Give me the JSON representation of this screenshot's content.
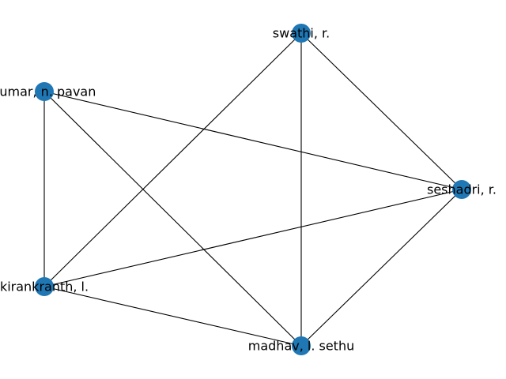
{
  "colors": {
    "node": "#1f77b4",
    "edge": "#000000",
    "background": "#ffffff"
  },
  "nodes": [
    {
      "id": "swathi",
      "label": "swathi, r."
    },
    {
      "id": "kumar",
      "label": "kumar, n. pavan"
    },
    {
      "id": "seshadri",
      "label": "seshadri, r."
    },
    {
      "id": "kirankranth",
      "label": "kirankranth, l."
    },
    {
      "id": "madhav",
      "label": "madhav, l. sethu"
    }
  ],
  "edges": [
    [
      "swathi",
      "kirankranth"
    ],
    [
      "swathi",
      "madhav"
    ],
    [
      "swathi",
      "seshadri"
    ],
    [
      "kumar",
      "kirankranth"
    ],
    [
      "kumar",
      "madhav"
    ],
    [
      "kumar",
      "seshadri"
    ],
    [
      "seshadri",
      "kirankranth"
    ],
    [
      "seshadri",
      "madhav"
    ],
    [
      "kirankranth",
      "madhav"
    ]
  ]
}
